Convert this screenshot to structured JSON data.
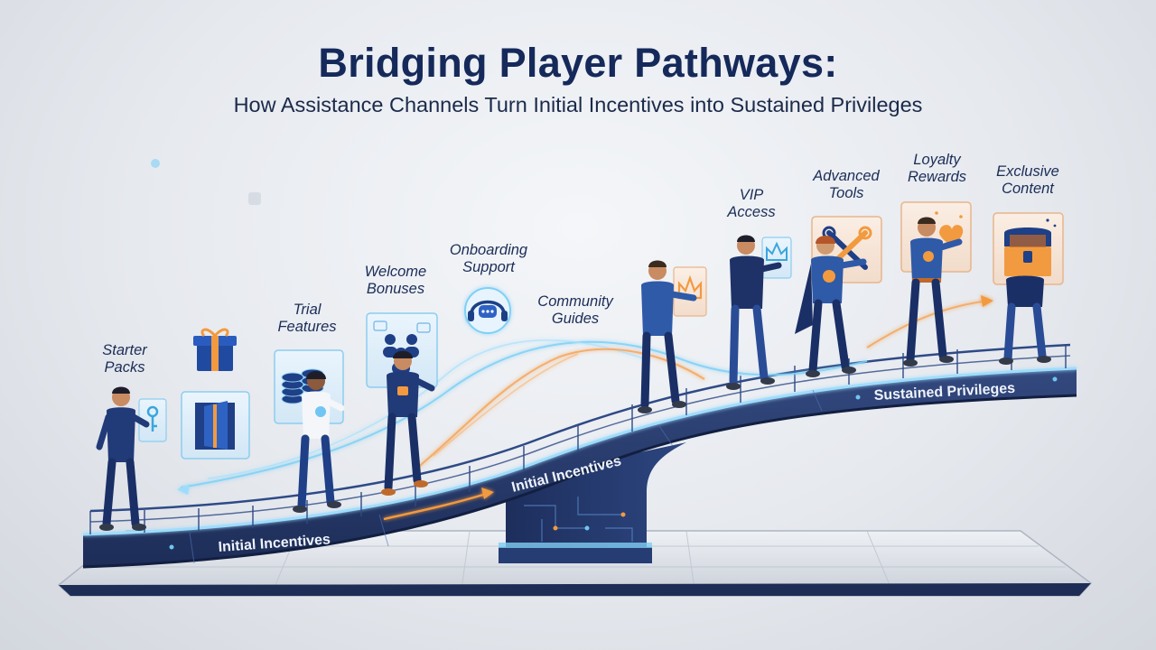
{
  "title": "Bridging Player Pathways:",
  "subtitle": "How Assistance Channels Turn Initial Incentives into Sustained Privileges",
  "stages": [
    {
      "line1": "Starter",
      "line2": "Packs",
      "icon": "gift-icon"
    },
    {
      "line1": "Trial",
      "line2": "Features",
      "icon": "coin-stack-icon"
    },
    {
      "line1": "Welcome",
      "line2": "Bonuses",
      "icon": "people-group-icon"
    },
    {
      "line1": "Onboarding",
      "line2": "Support",
      "icon": "headset-chat-icon"
    },
    {
      "line1": "Community",
      "line2": "Guides",
      "icon": "community-icon"
    },
    {
      "line1": "VIP",
      "line2": "Access",
      "icon": "crown-icon"
    },
    {
      "line1": "Advanced",
      "line2": "Tools",
      "icon": "tools-icon"
    },
    {
      "line1": "Loyalty",
      "line2": "Rewards",
      "icon": "heart-badge-icon"
    },
    {
      "line1": "Exclusive",
      "line2": "Content",
      "icon": "treasure-chest-icon"
    }
  ],
  "ramp_labels": {
    "lower": "Initial Incentives",
    "middle": "Initial Incentives",
    "upper": "Sustained Privileges"
  },
  "colors": {
    "navy": "#1c2f63",
    "deck": "#2a3f73",
    "accent_orange": "#f29a3f",
    "glow_blue": "#6fc6f2",
    "title": "#15295a"
  }
}
